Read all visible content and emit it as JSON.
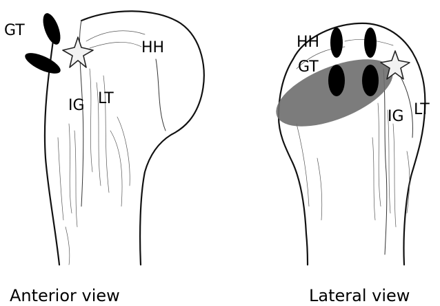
{
  "anterior": {
    "caption": "Anterior view",
    "labels": {
      "gt": "GT",
      "hh": "HH",
      "ig": "IG",
      "lt": "LT"
    }
  },
  "lateral": {
    "caption": "Lateral view",
    "labels": {
      "hh": "HH",
      "gt": "GT",
      "ig": "IG",
      "lt": "LT"
    }
  }
}
